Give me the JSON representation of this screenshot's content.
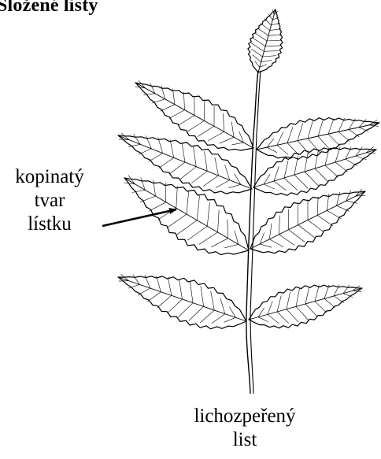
{
  "title": "Složené listy",
  "leaflet_label": {
    "line1": "kopinatý",
    "line2": "tvar",
    "line3": "lístku"
  },
  "leaf_label": {
    "line1": "lichozpeřený",
    "line2": "list"
  },
  "colors": {
    "ink": "#000000",
    "background": "#ffffff"
  }
}
